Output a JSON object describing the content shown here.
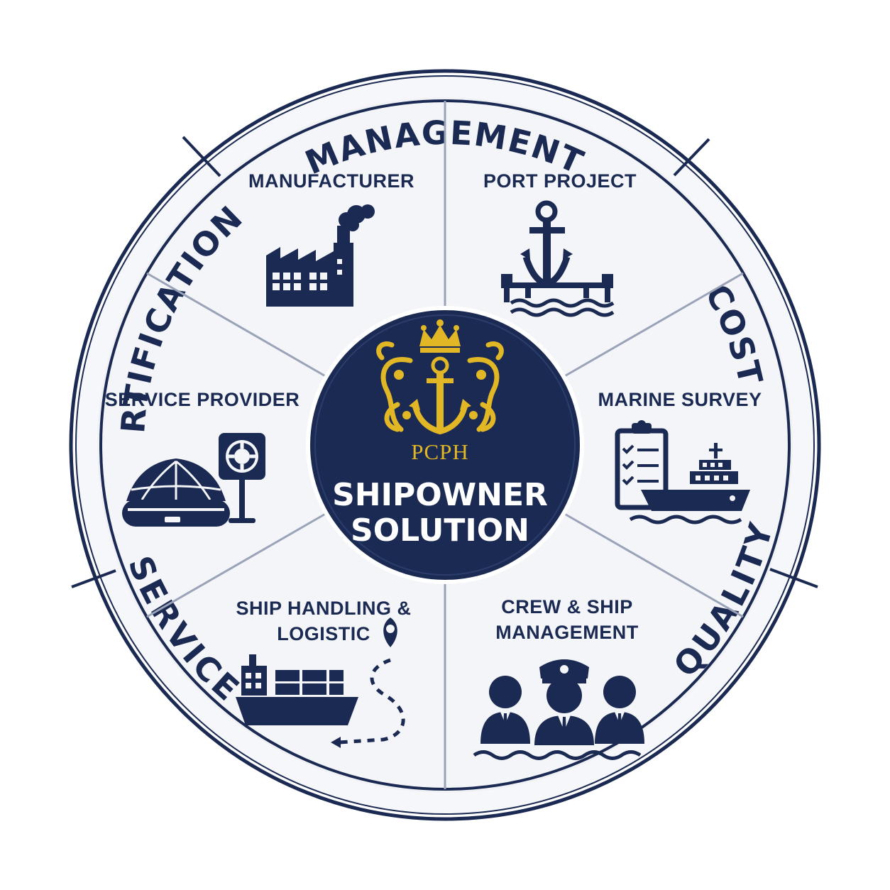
{
  "colors": {
    "navy": "#1b2a52",
    "gold": "#e2b726",
    "background": "#f4f5f8",
    "divider": "#9aa3b8"
  },
  "ring_labels": {
    "management": "MANAGEMENT",
    "cost": "COST",
    "quality": "QUALITY",
    "service": "SERVICE",
    "certification": "CERTIFICATION"
  },
  "segments": {
    "manufacturer": {
      "label": "MANUFACTURER",
      "icon": "factory-icon"
    },
    "port_project": {
      "label": "PORT PROJECT",
      "icon": "anchor-pier-icon"
    },
    "marine_survey": {
      "label": "MARINE SURVEY",
      "icon": "clipboard-ship-icon"
    },
    "crew_ship_management": {
      "line1": "CREW & SHIP",
      "line2": "MANAGEMENT",
      "icon": "crew-icon"
    },
    "ship_handling_logistic": {
      "line1": "SHIP HANDLING &",
      "line2": "LOGISTIC",
      "icon": "cargo-ship-route-icon"
    },
    "service_provider": {
      "label": "SERVICE PROVIDER",
      "icon": "liferaft-lifebuoy-icon"
    }
  },
  "center": {
    "brand": "PCPH",
    "title_line1": "SHIPOWNER",
    "title_line2": "SOLUTION",
    "emblem": "crown-anchor-crest-icon"
  }
}
